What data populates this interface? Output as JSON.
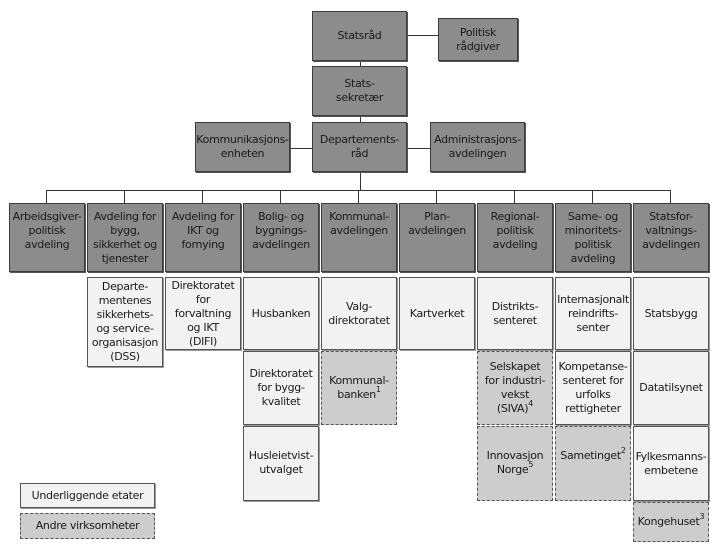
{
  "leadership": {
    "statsrad": "Statsråd",
    "politisk_radgiver": "Politisk\nrådgiver",
    "statssekretaer": "Stats-\nsekretær",
    "departementsrad": "Departements-\nråd",
    "kommunikasjon": "Kommunikasjons-\nenheten",
    "administrasjon": "Administrasjons-\navdelingen"
  },
  "departments": [
    {
      "label": "Arbeidsgiver-\npolitisk\navdeling",
      "units": []
    },
    {
      "label": "Avdeling for\nbygg,\nsikkerhet og\ntjenester",
      "units": [
        {
          "label": "Departe-\nmentenes\nsikkerhets-\nog service-\norganisasjon\n(DSS)",
          "type": "underliggende"
        }
      ]
    },
    {
      "label": "Avdeling for\nIKT og\nfornying",
      "units": [
        {
          "label": "Direktoratet\nfor forvaltning\nog IKT\n(DIFI)",
          "type": "underliggende"
        }
      ]
    },
    {
      "label": "Bolig- og\nbygnings-\navdelingen",
      "units": [
        {
          "label": "Husbanken",
          "type": "underliggende"
        },
        {
          "label": "Direktoratet\nfor bygg-\nkvalitet",
          "type": "underliggende"
        },
        {
          "label": "Husleietvist-\nutvalget",
          "type": "underliggende"
        }
      ]
    },
    {
      "label": "Kommunal-\navdelingen",
      "units": [
        {
          "label": "Valg-\ndirektoratet",
          "type": "underliggende"
        },
        {
          "label": "Kommunal-\nbanken",
          "sup": "1",
          "type": "andre"
        }
      ]
    },
    {
      "label": "Plan-\navdelingen",
      "units": [
        {
          "label": "Kartverket",
          "type": "underliggende"
        }
      ]
    },
    {
      "label": "Regional-\npolitisk\navdeling",
      "units": [
        {
          "label": "Distrikts-\nsenteret",
          "type": "underliggende"
        },
        {
          "label": "Selskapet\nfor industri-\nvekst\n(SIVA)",
          "sup": "4",
          "type": "andre"
        },
        {
          "label": "Innovasjon\nNorge",
          "sup": "5",
          "type": "andre"
        }
      ]
    },
    {
      "label": "Same- og\nminoritets-\npolitisk\navdeling",
      "units": [
        {
          "label": "Internasjonalt\nreindrifts-\nsenter",
          "type": "underliggende"
        },
        {
          "label": "Kompetanse-\nsenteret for\nurfolks\nrettigheter",
          "type": "underliggende"
        },
        {
          "label": "Sametinget",
          "sup": "2",
          "type": "andre"
        }
      ]
    },
    {
      "label": "Statsfor-\nvaltnings-\navdelingen",
      "units": [
        {
          "label": "Statsbygg",
          "type": "underliggende"
        },
        {
          "label": "Datatilsynet",
          "type": "underliggende"
        },
        {
          "label": "Fylkesmanns-\nembetene",
          "type": "underliggende"
        },
        {
          "label": "Kongehuset",
          "sup": "3",
          "type": "andre"
        }
      ]
    }
  ],
  "legend": {
    "underliggende": "Underliggende etater",
    "andre": "Andre virksomheter"
  },
  "colors": {
    "leadership_fill": "#8c8c8c",
    "underliggende_fill": "#f2f2f2",
    "andre_fill": "#cdcdcd"
  }
}
